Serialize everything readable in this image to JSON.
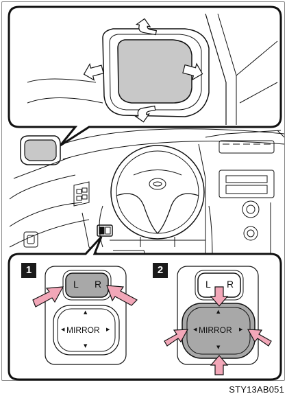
{
  "panels": {
    "step1": {
      "number": "1",
      "left_label": "L",
      "right_label": "R",
      "mirror_label": "MIRROR"
    },
    "step2": {
      "number": "2",
      "left_label": "L",
      "right_label": "R",
      "mirror_label": "MIRROR"
    }
  },
  "glyphs": {
    "up": "▲",
    "down": "▼",
    "left": "◀",
    "right": "▶"
  },
  "figure_code": "STY13AB051",
  "colors": {
    "mirror_glass": "#c8c8c8",
    "pressed_button": "#a8a8a8",
    "arrow_fill": "#f2a7b8",
    "line": "#1a1a1a"
  }
}
